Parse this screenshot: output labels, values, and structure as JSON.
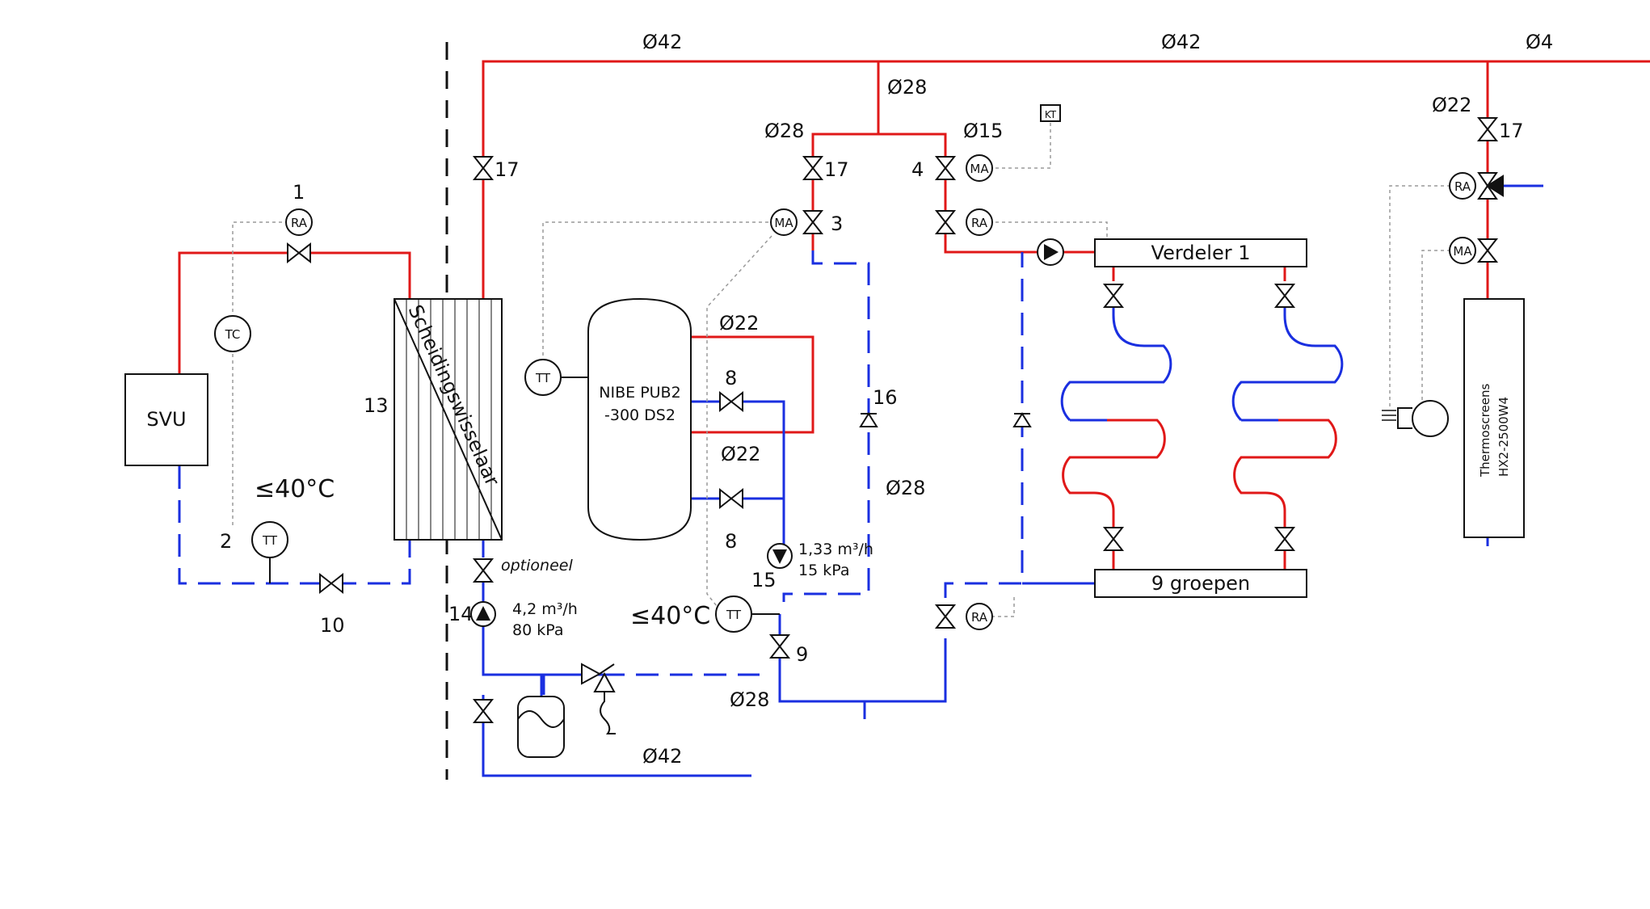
{
  "pipes": {
    "d42_a": "Ø42",
    "d42_b": "Ø42",
    "d42_c": "Ø4",
    "d42_d": "Ø42",
    "d28_top": "Ø28",
    "d28_left": "Ø28",
    "d15": "Ø15",
    "d22_right": "Ø22",
    "d22_upper": "Ø22",
    "d22_lower": "Ø22",
    "d28_mid": "Ø28",
    "d28_bottom": "Ø28"
  },
  "numbers": {
    "n1": "1",
    "n2": "2",
    "n3": "3",
    "n4": "4",
    "n8a": "8",
    "n8b": "8",
    "n9": "9",
    "n10": "10",
    "n13": "13",
    "n14": "14",
    "n15": "15",
    "n16": "16",
    "n17a": "17",
    "n17b": "17",
    "n17c": "17"
  },
  "instruments": {
    "ra": "RA",
    "ma": "MA",
    "tt": "TT",
    "tc": "TC",
    "kt": "KT"
  },
  "equipment": {
    "svu": "SVU",
    "hex": "Scheidingswisselaar",
    "tank_line1": "NIBE PUB2",
    "tank_line2": "-300 DS2",
    "manifold_top": "Verdeler 1",
    "manifold_bottom": "9 groepen",
    "screen_line1": "Thermoscreens",
    "screen_line2": "HX2-2500W4"
  },
  "annotations": {
    "temp_left": "≤40°C",
    "temp_mid": "≤40°C",
    "optional": "optioneel",
    "pump14_flow": "4,2 m³/h",
    "pump14_head": "80 kPa",
    "pump15_flow": "1,33 m³/h",
    "pump15_head": "15 kPa"
  },
  "colors": {
    "supply": "#e01818",
    "return": "#1a2fe0",
    "control": "#9a9a9a"
  }
}
